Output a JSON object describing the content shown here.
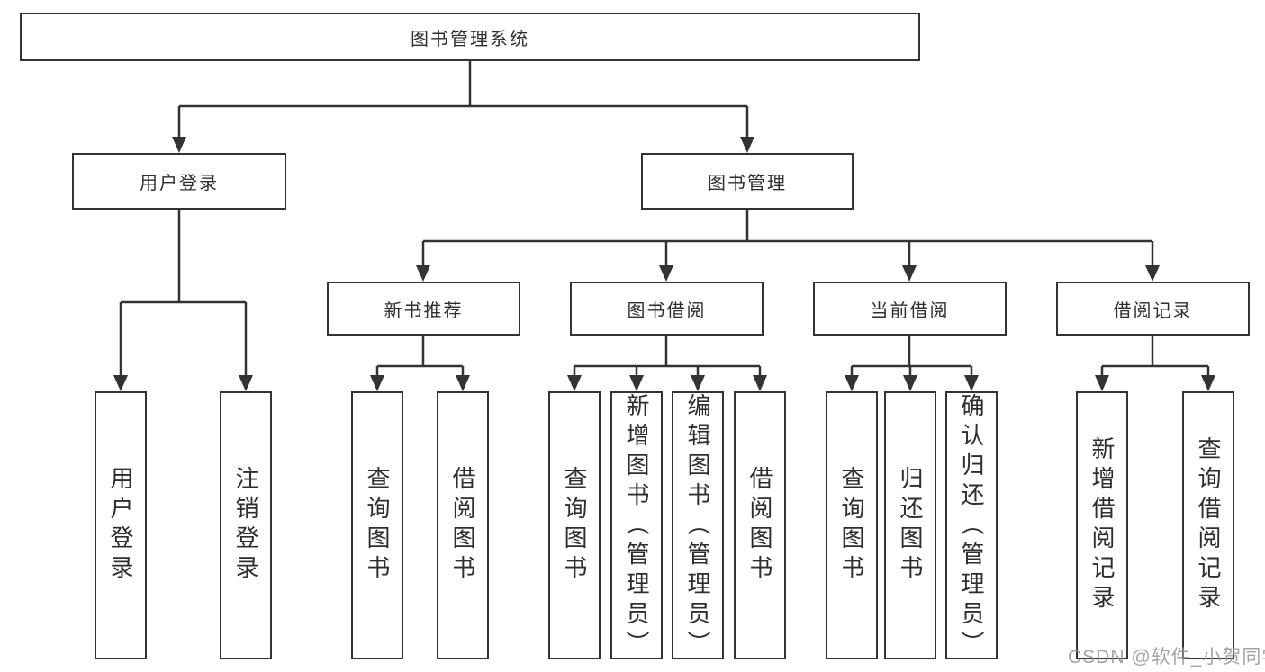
{
  "diagram": {
    "root": {
      "label": "图书管理系统"
    },
    "level2": [
      {
        "label": "用户登录"
      },
      {
        "label": "图书管理"
      }
    ],
    "level3": [
      {
        "label": "新书推荐"
      },
      {
        "label": "图书借阅"
      },
      {
        "label": "当前借阅"
      },
      {
        "label": "借阅记录"
      }
    ],
    "leaves": {
      "user_login": [
        "用户登录",
        "注销登录"
      ],
      "new_book": [
        "查询图书",
        "借阅图书"
      ],
      "book_borrow": [
        "查询图书",
        "新增图书（管理员）",
        "编辑图书（管理员）",
        "借阅图书"
      ],
      "current_borrow": [
        "查询图书",
        "归还图书",
        "确认归还（管理员）"
      ],
      "borrow_record": [
        "新增借阅记录",
        "查询借阅记录"
      ]
    },
    "watermark": "CSDN @软件_小贺同学",
    "colors": {
      "line": "#333333",
      "border": "#333333",
      "text": "#2e2e2e",
      "watermark": "#949494",
      "background": "#ffffff"
    }
  }
}
